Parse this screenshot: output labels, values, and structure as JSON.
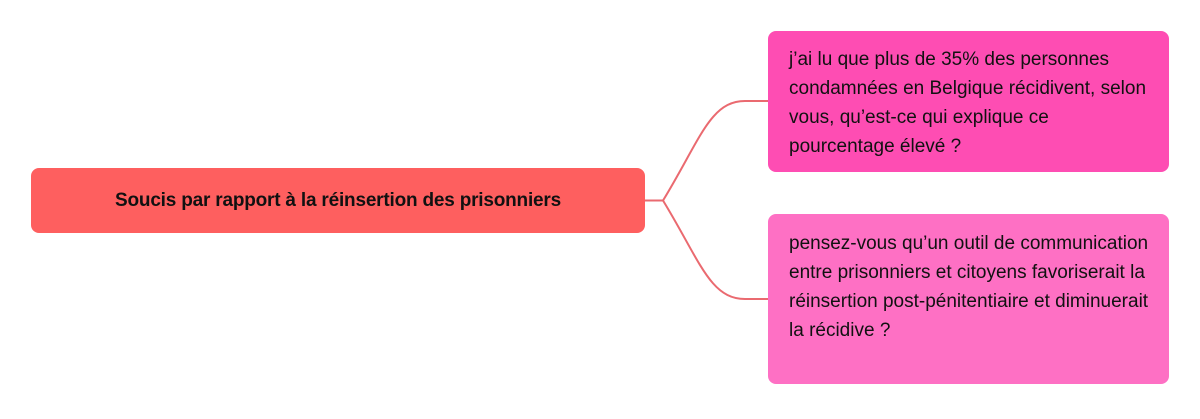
{
  "mindmap": {
    "root": {
      "text": "Soucis par rapport à la réinsertion des prisonniers",
      "color": "#fe5f5f"
    },
    "branches": [
      {
        "text": "j’ai lu que plus de 35% des personnes condamnées en Belgique récidivent, selon vous, qu’est-ce qui explique ce pourcentage élevé ?",
        "color": "#fe4db3"
      },
      {
        "text": "pensez-vous qu’un outil de communication entre prisonniers et citoyens favoriserait la réinsertion post-pénitentiaire et diminuerait la récidive ?",
        "color": "#fe70c4"
      }
    ],
    "connector_color": "#ea6a70"
  }
}
